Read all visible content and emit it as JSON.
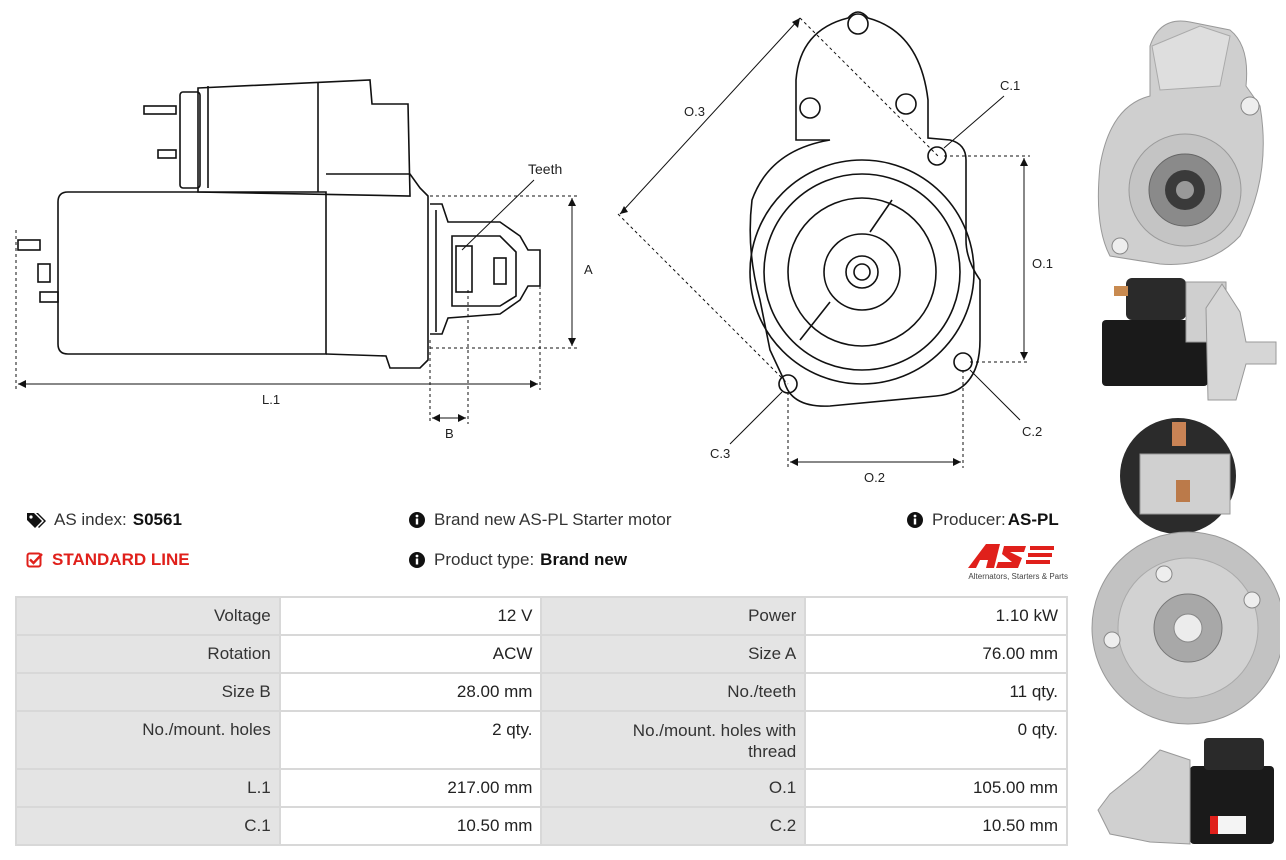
{
  "drawing": {
    "labels": {
      "teeth": "Teeth",
      "a": "A",
      "b": "B",
      "l1": "L.1",
      "o1": "O.1",
      "o2": "O.2",
      "o3": "O.3",
      "c1": "C.1",
      "c2": "C.2",
      "c3": "C.3"
    }
  },
  "info": {
    "as_index_label": "AS index:",
    "as_index_value": "S0561",
    "line": "STANDARD LINE",
    "description_label": "Brand new AS-PL Starter motor",
    "product_type_label": "Product type:",
    "product_type_value": "Brand new",
    "producer_label": "Producer:",
    "producer_value": "AS-PL",
    "logo_tagline": "Alternators, Starters & Parts",
    "logo_text": "AS"
  },
  "specs": [
    {
      "l1": "Voltage",
      "v1": "12 V",
      "l2": "Power",
      "v2": "1.10 kW"
    },
    {
      "l1": "Rotation",
      "v1": "ACW",
      "l2": "Size A",
      "v2": "76.00 mm"
    },
    {
      "l1": "Size B",
      "v1": "28.00 mm",
      "l2": "No./teeth",
      "v2": "11 qty."
    },
    {
      "l1": "No./mount. holes",
      "v1": "2 qty.",
      "l2": "No./mount. holes with thread",
      "v2": "0 qty."
    },
    {
      "l1": "L.1",
      "v1": "217.00 mm",
      "l2": "O.1",
      "v2": "105.00 mm"
    },
    {
      "l1": "C.1",
      "v1": "10.50 mm",
      "l2": "C.2",
      "v2": "10.50 mm"
    }
  ],
  "colors": {
    "accent": "#e0201b"
  }
}
